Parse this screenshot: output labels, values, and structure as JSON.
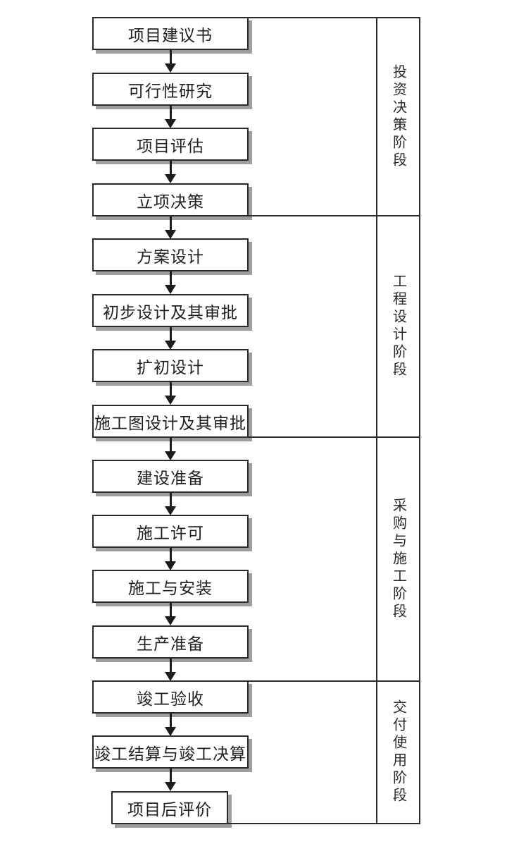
{
  "flow": {
    "steps": [
      {
        "label": "项目建议书"
      },
      {
        "label": "可行性研究"
      },
      {
        "label": "项目评估"
      },
      {
        "label": "立项决策"
      },
      {
        "label": "方案设计"
      },
      {
        "label": "初步设计及其审批"
      },
      {
        "label": "扩初设计"
      },
      {
        "label": "施工图设计及其审批"
      },
      {
        "label": "建设准备"
      },
      {
        "label": "施工许可"
      },
      {
        "label": "施工与安装"
      },
      {
        "label": "生产准备"
      },
      {
        "label": "竣工验收"
      },
      {
        "label": "竣工结算与竣工决算"
      },
      {
        "label": "项目后评价"
      }
    ]
  },
  "phases": [
    {
      "label": "投资决策阶段"
    },
    {
      "label": "工程设计阶段"
    },
    {
      "label": "采购与施工阶段"
    },
    {
      "label": "交付使用阶段"
    }
  ],
  "colors": {
    "line": "#2a2a2a",
    "box_fill": "#ffffff",
    "box_shadow": "#9e9e9e",
    "text": "#1f1f1f",
    "background": "#ffffff"
  }
}
